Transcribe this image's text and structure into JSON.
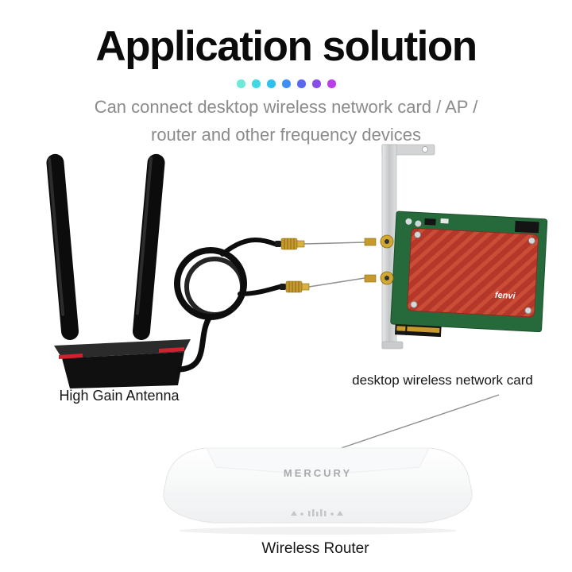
{
  "header": {
    "title": "Application solution",
    "subtitle_line1": "Can connect desktop wireless network card / AP /",
    "subtitle_line2": "router and other frequency devices",
    "dot_colors": [
      "#6ee8d8",
      "#3fd9e6",
      "#2fc0f0",
      "#3f8ff2",
      "#5a68ee",
      "#8a4ce8",
      "#b840e4"
    ]
  },
  "products": {
    "antenna": {
      "label": "High Gain Antenna"
    },
    "card": {
      "label": "desktop wireless network card",
      "brand": "fenvi"
    },
    "router": {
      "label": "Wireless Router",
      "logo": "MERCURY"
    }
  },
  "colors": {
    "heatsink_red": "#b5372a",
    "pcb_green": "#26693a",
    "connector_gold": "#c79a2e",
    "line_gray": "#8f8f8f"
  }
}
